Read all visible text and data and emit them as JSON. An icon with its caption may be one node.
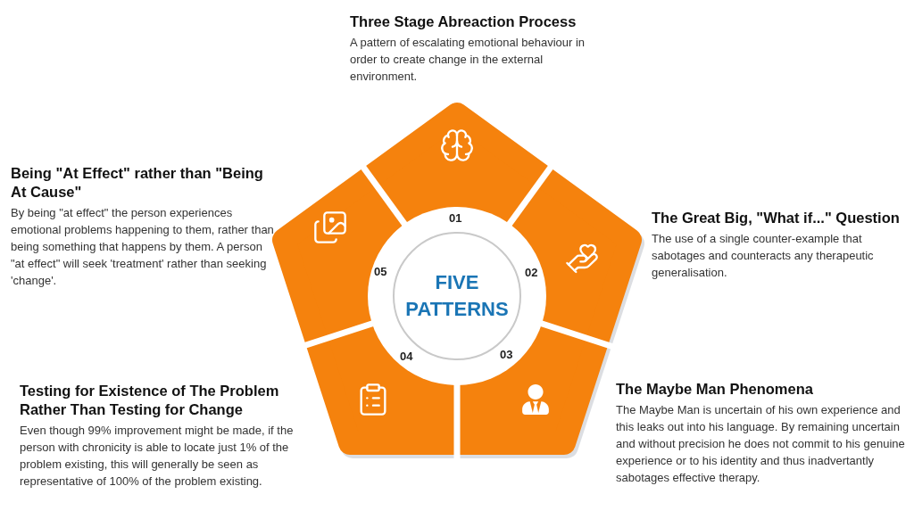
{
  "diagram": {
    "nodes": [
      {
        "text": [
          "FIVE PATTERNS"
        ]
      },
      {
        "text": [
          "Three Stage Abreaction Process",
          "A pattern of escalating emotional behaviour in order to create change in the external environment."
        ]
      },
      {
        "text": [
          "The Great Big, \"What if...\" Question",
          "The use of a single counter-example that sabotages and counteracts any therapeutic generalisation."
        ]
      },
      {
        "text": [
          "The Maybe Man Phenomena",
          "The Maybe Man is uncertain of his own experience and this leaks out into his language. By remaining uncertain and without precision he does not commit to his genuine experience or to his identity and thus inadvertantly sabotages effective therapy."
        ]
      },
      {
        "text": [
          "Testing for Existence of The Problem Rather Than Testing for Change",
          "Even though 99% improvement might be made, if the person with chronicity is able to locate just 1% of the problem existing, this will generally be seen as representative of 100% of the problem existing."
        ]
      },
      {
        "text": [
          "Being \"At Effect\" rather than \"Being At Cause\"",
          "By being \"at effect\" the person experiences emotional problems happening to them, rather than being something that happens by them. A person \"at effect\" will seek 'treatment' rather than seeking 'change'."
        ]
      }
    ],
    "labels": [
      "01",
      "02",
      "03",
      "04",
      "05"
    ]
  }
}
